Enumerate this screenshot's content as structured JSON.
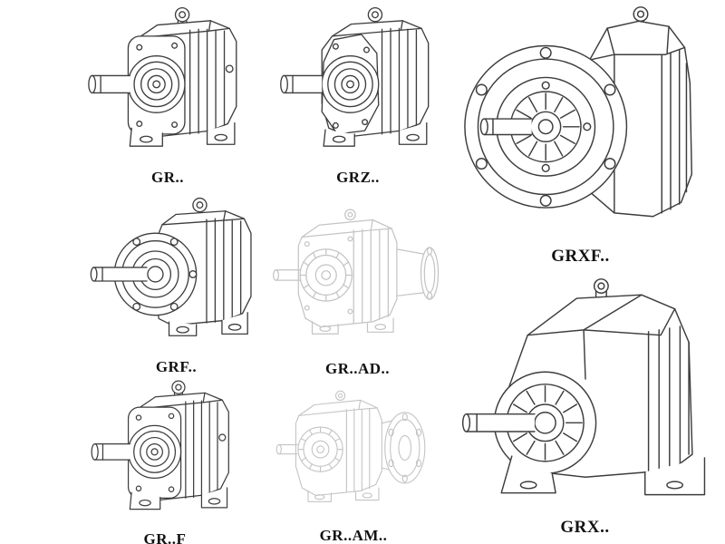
{
  "page": {
    "background_color": "#ffffff",
    "line_color": "#3d3d3d",
    "faded_line_color": "#c4c4c4",
    "description": "Catalog sheet of helical gear reducer model variants shown as technical line drawings"
  },
  "catalog": {
    "items": [
      {
        "label": "GR..",
        "drawing": "helical-gear-reducer-foot-mounted",
        "faded": false
      },
      {
        "label": "GRZ..",
        "drawing": "helical-gear-reducer-bolted-front-face",
        "faded": false
      },
      {
        "label": "GRXF..",
        "drawing": "helical-gear-reducer-large-output-flange",
        "faded": false
      },
      {
        "label": "GRF..",
        "drawing": "helical-gear-reducer-flange-mounted",
        "faded": false
      },
      {
        "label": "GR..AD..",
        "drawing": "helical-gear-reducer-with-input-adapter",
        "faded": true
      },
      {
        "label": "GR..F",
        "drawing": "helical-gear-reducer-foot-mounted",
        "faded": false
      },
      {
        "label": "GR..AM..",
        "drawing": "helical-gear-reducer-with-motor-flange",
        "faded": true
      },
      {
        "label": "GRX..",
        "drawing": "helical-gear-reducer-heavy-duty-foot-mounted",
        "faded": false
      }
    ]
  }
}
